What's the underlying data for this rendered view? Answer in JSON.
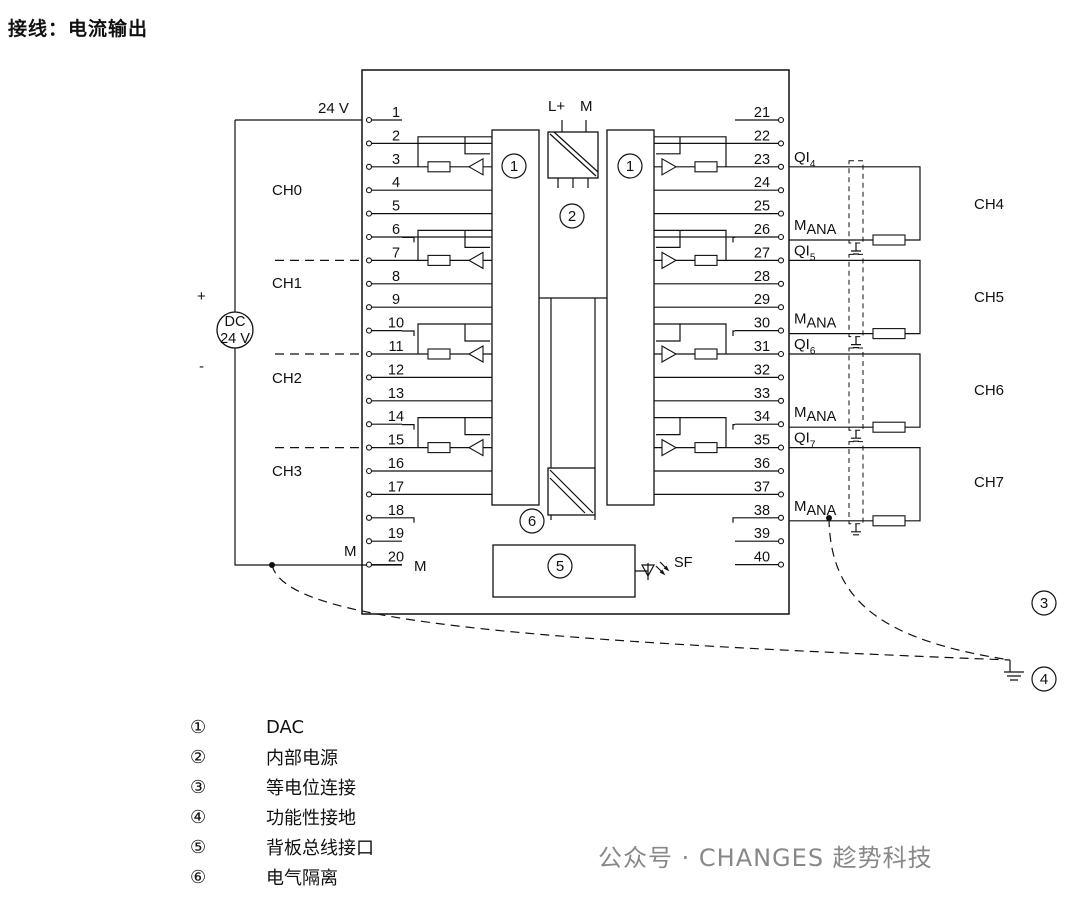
{
  "title": "接线：电流输出",
  "supply": {
    "v24": "24 V",
    "m_top": "M",
    "m_right": "M",
    "plus": "+",
    "minus": "-",
    "dc1": "DC",
    "dc2": "24 V"
  },
  "channels_left": [
    "CH0",
    "CH1",
    "CH2",
    "CH3"
  ],
  "channels_right": [
    "CH4",
    "CH5",
    "CH6",
    "CH7"
  ],
  "pins_left": [
    "1",
    "2",
    "3",
    "4",
    "5",
    "6",
    "7",
    "8",
    "9",
    "10",
    "11",
    "12",
    "13",
    "14",
    "15",
    "16",
    "17",
    "18",
    "19",
    "20"
  ],
  "pins_right": [
    "21",
    "22",
    "23",
    "24",
    "25",
    "26",
    "27",
    "28",
    "29",
    "30",
    "31",
    "32",
    "33",
    "34",
    "35",
    "36",
    "37",
    "38",
    "39",
    "40"
  ],
  "qi_labels": [
    {
      "base": "QI",
      "sub": "4"
    },
    {
      "base": "QI",
      "sub": "5"
    },
    {
      "base": "QI",
      "sub": "6"
    },
    {
      "base": "QI",
      "sub": "7"
    }
  ],
  "mana": {
    "base": "M",
    "sub": "ANA"
  },
  "power_labels": {
    "lplus": "L+",
    "m": "M"
  },
  "sf": "SF",
  "markers": [
    "①",
    "②",
    "③",
    "④",
    "⑤",
    "⑥"
  ],
  "legend": [
    {
      "num": "①",
      "text": "DAC"
    },
    {
      "num": "②",
      "text": "内部电源"
    },
    {
      "num": "③",
      "text": "等电位连接"
    },
    {
      "num": "④",
      "text": "功能性接地"
    },
    {
      "num": "⑤",
      "text": "背板总线接口"
    },
    {
      "num": "⑥",
      "text": "电气隔离"
    }
  ],
  "watermark": "公众号 · CHANGES 趁势科技"
}
